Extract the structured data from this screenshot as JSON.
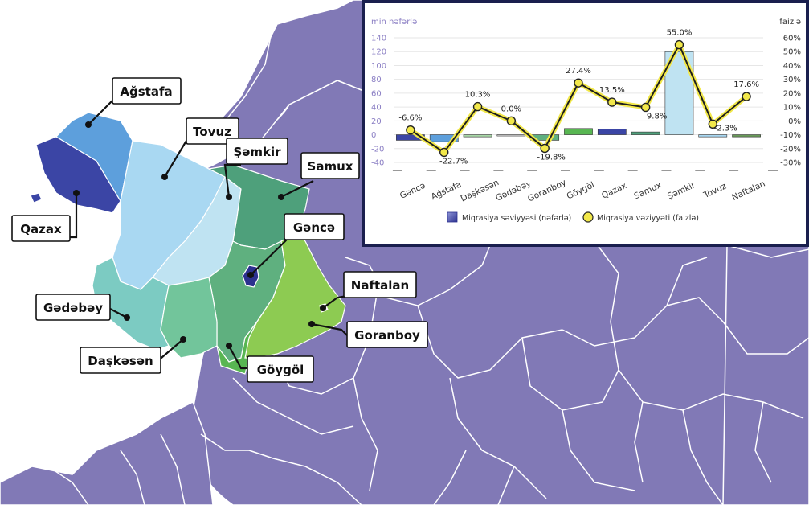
{
  "map": {
    "colors": {
      "background_regions": "#8179b6",
      "border": "#ffffff",
      "qazax": "#3b45a5",
      "agstafa": "#5d9fdc",
      "tovuz": "#a9d8f2",
      "samkir_light": "#bfe3f2",
      "samux": "#4ea07b",
      "samkir": "#5fb07f",
      "gence": "#2c318f",
      "goygol": "#58b652",
      "goranboy": "#8dcb52",
      "gedebey": "#7ccbc2",
      "daskesen": "#72c59b"
    },
    "labels": [
      {
        "id": "agstafa",
        "text": "Ağstafa"
      },
      {
        "id": "tovuz",
        "text": "Tovuz"
      },
      {
        "id": "samkir",
        "text": "Şəmkir"
      },
      {
        "id": "samux",
        "text": "Samux"
      },
      {
        "id": "gence",
        "text": "Gəncə"
      },
      {
        "id": "qazax",
        "text": "Qazax"
      },
      {
        "id": "naftalan",
        "text": "Naftalan"
      },
      {
        "id": "gedebey",
        "text": "Gədəbəy"
      },
      {
        "id": "goranboy",
        "text": "Goranboy"
      },
      {
        "id": "daskesen",
        "text": "Daşkəsən"
      },
      {
        "id": "goygol",
        "text": "Göygöl"
      }
    ]
  },
  "chart_data": {
    "type": "bar",
    "left_axis_label": "min nəfərlə",
    "right_axis_label": "faizlə",
    "categories": [
      "Gəncə",
      "Ağstafa",
      "Daşkəsən",
      "Gədəbəy",
      "Goranboy",
      "Göygöl",
      "Qazax",
      "Samux",
      "Şəmkir",
      "Tovuz",
      "Naftalan"
    ],
    "series": [
      {
        "name": "Miqrasiya səviyyəsi (nəfərlə)",
        "type": "bar",
        "axis": "left",
        "values": [
          -8,
          -10,
          -3,
          -1,
          -8,
          9,
          8,
          4,
          120,
          -3,
          -3
        ],
        "colors": [
          "#3b45a5",
          "#5d9fdc",
          "#a9d8a8",
          "#e0e0e0",
          "#5fb07f",
          "#58b652",
          "#3b45a5",
          "#4ea07b",
          "#bfe3f2",
          "#a9d8f2",
          "#6a9a5a"
        ]
      },
      {
        "name": "Miqrasiya vəziyyəti (faizlə)",
        "type": "line",
        "axis": "right",
        "values": [
          -6.6,
          -22.7,
          10.3,
          0.0,
          -19.8,
          27.4,
          13.5,
          9.8,
          55.0,
          -2.3,
          17.6
        ],
        "labels": [
          "-6.6%",
          "-22.7%",
          "10.3%",
          "0.0%",
          "-19.8%",
          "27.4%",
          "13.5%",
          "9.8%",
          "55.0%",
          "-2.3%",
          "17.6%"
        ],
        "line_color": "#1e1e1e",
        "halo_color": "#f2e84a",
        "marker_color": "#f2e84a"
      }
    ],
    "left_ylim": [
      -40,
      140
    ],
    "left_ticks": [
      "140",
      "120",
      "100",
      "80",
      "60",
      "40",
      "20",
      "0",
      "-20",
      "-40"
    ],
    "right_ylim": [
      -30,
      60
    ],
    "right_ticks": [
      "60%",
      "50%",
      "40%",
      "30%",
      "20%",
      "10%",
      "0%",
      "-10%",
      "-20%",
      "-30%"
    ],
    "legend_position": "bottom"
  }
}
